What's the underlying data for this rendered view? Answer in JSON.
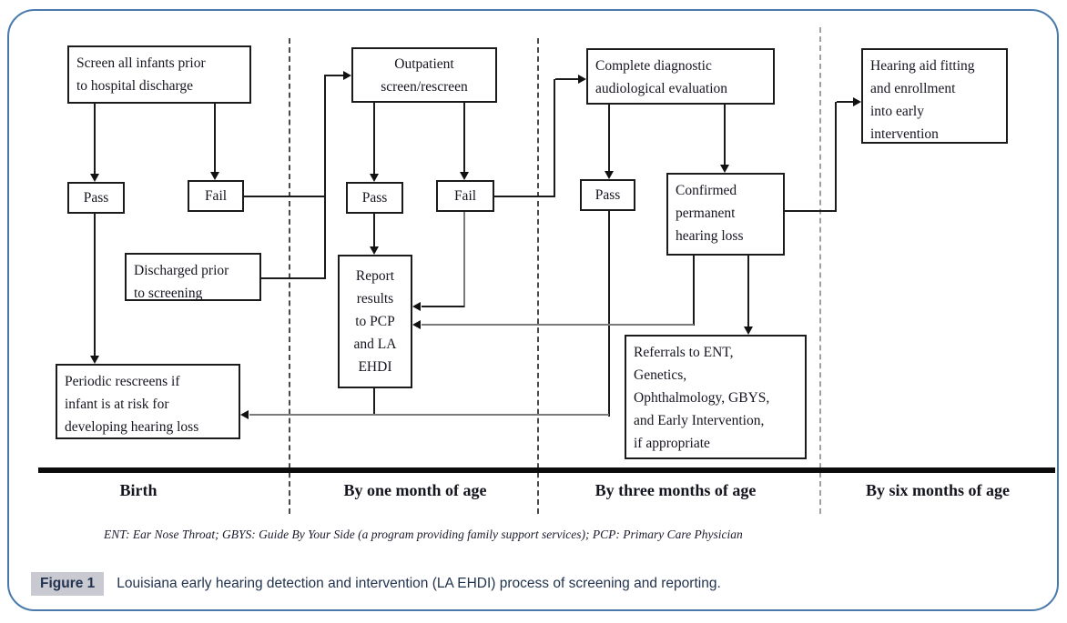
{
  "figure": {
    "nodes": {
      "screen_infants": "Screen all infants prior\nto hospital discharge",
      "pass_birth": "Pass",
      "fail_birth": "Fail",
      "discharged": "Discharged prior\nto screening",
      "outpatient": "Outpatient\nscreen/rescreen",
      "pass_month": "Pass",
      "fail_month": "Fail",
      "report": "Report\nresults\nto PCP\nand LA\nEHDI",
      "complete_diag": "Complete diagnostic\naudiological evaluation",
      "pass_three": "Pass",
      "confirmed": "Confirmed\npermanent\nhearing loss",
      "referrals": "Referrals to ENT,\nGenetics,\nOphthalmology, GBYS,\nand Early Intervention,\nif appropriate",
      "hearing_aid": "Hearing aid fitting\nand enrollment\ninto early\nintervention",
      "periodic": "Periodic rescreens if\ninfant is at risk for\ndeveloping hearing loss"
    },
    "timeline": [
      "Birth",
      "By one month of age",
      "By three months of age",
      "By six months of age"
    ],
    "footnote": "ENT: Ear Nose Throat; GBYS: Guide By Your Side (a program providing family support services); PCP: Primary Care Physician",
    "caption": {
      "label": "Figure 1",
      "text": "Louisiana early hearing detection and intervention (LA EHDI) process of screening and reporting."
    },
    "colors": {
      "frame_border": "#4a7aab",
      "line": "#1b1b1b",
      "line_muted": "#7a7a7a",
      "caption_text": "#22334e",
      "badge_bg": "#c9c9d2"
    }
  }
}
